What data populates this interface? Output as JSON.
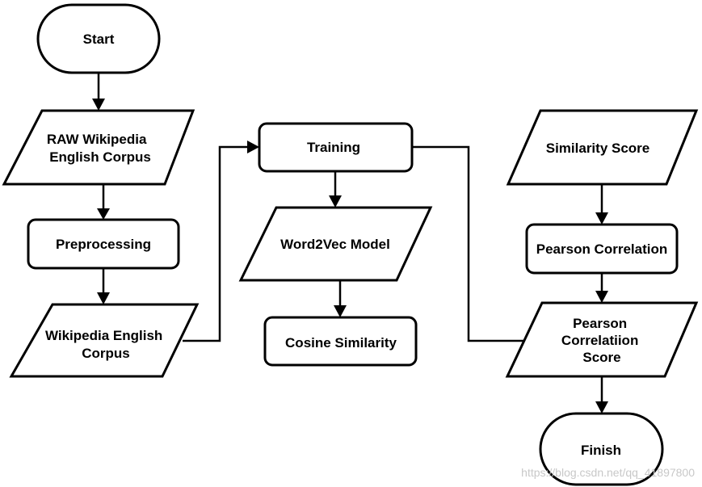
{
  "nodes": {
    "start": "Start",
    "raw_corpus": [
      "RAW Wikipedia",
      "English Corpus"
    ],
    "preprocessing": "Preprocessing",
    "wiki_corpus": [
      "Wikipedia English",
      "Corpus"
    ],
    "training": "Training",
    "word2vec": "Word2Vec Model",
    "cosine": "Cosine Similarity",
    "similarity_score": "Similarity Score",
    "pearson": "Pearson Correlation",
    "pearson_score": [
      "Pearson",
      "Correlatiion",
      "Score"
    ],
    "finish": "Finish"
  },
  "watermark": "https://blog.csdn.net/qq_41897800"
}
